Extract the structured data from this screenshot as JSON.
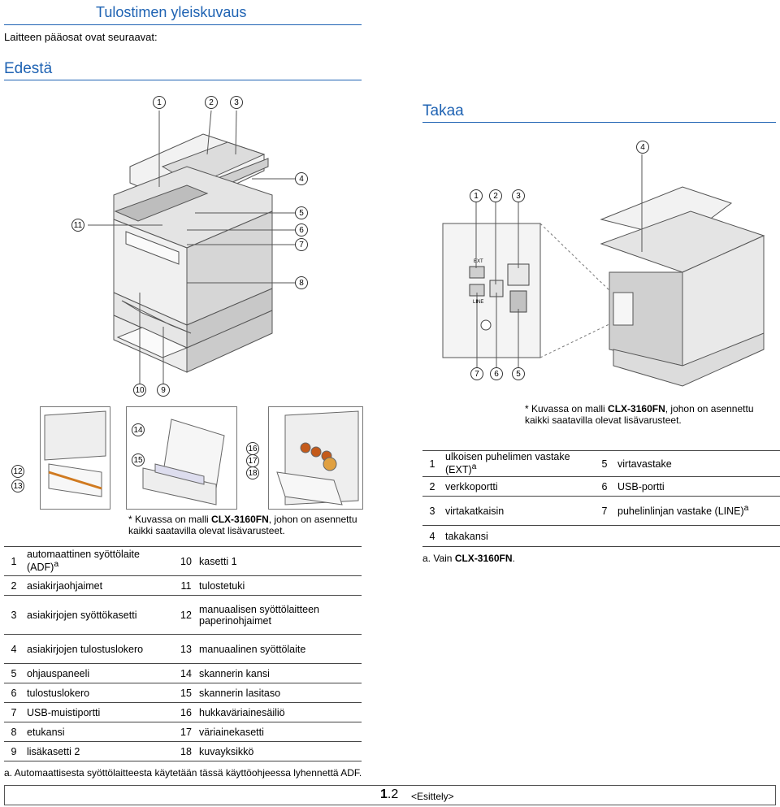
{
  "header": {
    "title": "Tulostimen yleiskuvaus",
    "intro": "Laitteen pääosat ovat seuraavat:"
  },
  "front": {
    "heading": "Edestä",
    "callouts_top": [
      "1",
      "2",
      "3"
    ],
    "callouts_right": [
      "4",
      "5",
      "6",
      "7",
      "8"
    ],
    "callout_left": "11",
    "callouts_bottom": [
      "10",
      "9"
    ]
  },
  "back": {
    "heading": "Takaa",
    "callout_top": "4",
    "callouts_mid": [
      "1",
      "2",
      "3"
    ],
    "callouts_bottom": [
      "7",
      "6",
      "5"
    ],
    "note_prefix": "* Kuvassa on malli ",
    "note_model": "CLX-3160FN",
    "note_suffix": ", johon on asennettu kaikki saatavilla olevat lisävarusteet.",
    "port_labels": [
      "EXT",
      "LINE"
    ]
  },
  "insets": {
    "callouts_left": [
      "12",
      "13"
    ],
    "callouts_mid": [
      "14",
      "15"
    ],
    "callouts_right": [
      "16",
      "17",
      "18"
    ],
    "note_prefix": "* Kuvassa on malli ",
    "note_model": "CLX-3160FN",
    "note_suffix": ", johon on asennettu kaikki saatavilla olevat lisävarusteet."
  },
  "front_table": {
    "rows": [
      {
        "n1": "1",
        "l1": "automaattinen syöttölaite (ADF)",
        "s1": "a",
        "n2": "10",
        "l2": "kasetti 1"
      },
      {
        "n1": "2",
        "l1": "asiakirjaohjaimet",
        "n2": "11",
        "l2": "tulostetuki"
      },
      {
        "n1": "3",
        "l1": "asiakirjojen syöttökasetti",
        "n2": "12",
        "l2": "manuaalisen syöttölaitteen paperinohjaimet"
      },
      {
        "n1": "4",
        "l1": "asiakirjojen tulostuslokero",
        "n2": "13",
        "l2": "manuaalinen syöttölaite"
      },
      {
        "n1": "5",
        "l1": "ohjauspaneeli",
        "n2": "14",
        "l2": "skannerin kansi"
      },
      {
        "n1": "6",
        "l1": "tulostuslokero",
        "n2": "15",
        "l2": "skannerin lasitaso"
      },
      {
        "n1": "7",
        "l1": "USB-muistiportti",
        "n2": "16",
        "l2": "hukkaväriainesäiliö"
      },
      {
        "n1": "8",
        "l1": "etukansi",
        "n2": "17",
        "l2": "väriainekasetti"
      },
      {
        "n1": "9",
        "l1": "lisäkasetti 2",
        "n2": "18",
        "l2": "kuvayksikkö"
      }
    ],
    "footnote": "a. Automaattisesta syöttölaitteesta käytetään tässä käyttöohjeessa lyhennettä ADF."
  },
  "back_table": {
    "rows": [
      {
        "n1": "1",
        "l1": "ulkoisen puhelimen vastake (EXT)",
        "s1": "a",
        "n2": "5",
        "l2": "virtavastake"
      },
      {
        "n1": "2",
        "l1": "verkkoportti",
        "n2": "6",
        "l2": "USB-portti"
      },
      {
        "n1": "3",
        "l1": "virtakatkaisin",
        "n2": "7",
        "l2": "puhelinlinjan vastake (LINE)",
        "s2": "a"
      },
      {
        "n1": "4",
        "l1": "takakansi",
        "n2": "",
        "l2": ""
      }
    ],
    "footnote_prefix": "a. Vain ",
    "footnote_model": "CLX-3160FN",
    "footnote_suffix": "."
  },
  "footer": {
    "page_major": "1",
    "page_minor": ".2",
    "section": "<Esittely>"
  }
}
